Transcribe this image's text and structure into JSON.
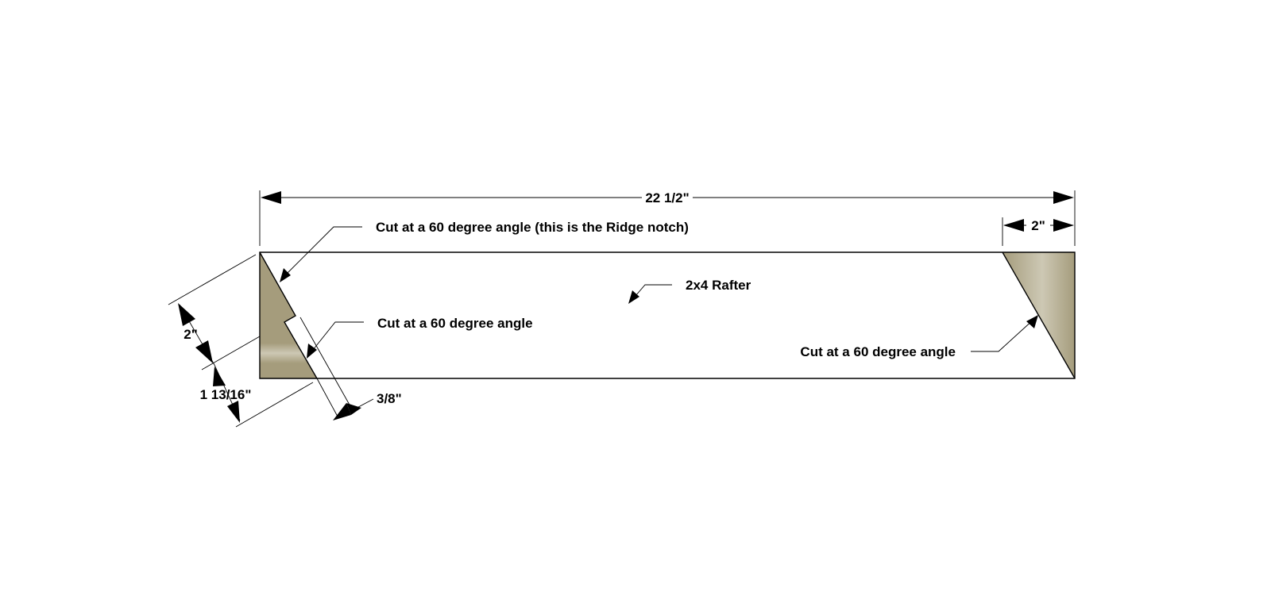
{
  "colors": {
    "wood": "#a59c7c",
    "wood_highlight": "#cdc8b4",
    "line": "#000000",
    "background": "#ffffff"
  },
  "dimensions": {
    "overall_length": "22 1/2\"",
    "end_cut_width": "2\"",
    "notch_upper_depth": "2\"",
    "notch_lower_depth": "1 13/16\"",
    "notch_offset": "3/8\""
  },
  "labels": {
    "ridge_notch_cut": "Cut at a 60 degree angle (this is the Ridge notch)",
    "lower_notch_cut": "Cut at a 60 degree angle",
    "end_cut": "Cut at a 60 degree angle",
    "part_name": "2x4 Rafter"
  }
}
